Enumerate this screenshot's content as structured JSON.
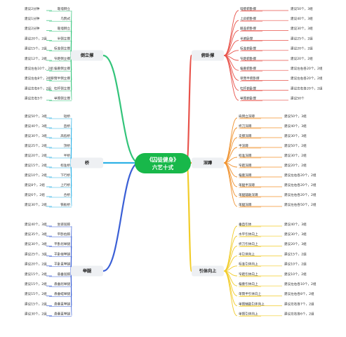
{
  "center": {
    "line1": "《囚徒健身》",
    "line2": "六艺十式",
    "color": "#18b84a"
  },
  "branches": [
    {
      "name": "倒立撑",
      "color": "#33c47a",
      "items": [
        {
          "label": "靠墙倒立",
          "req": "建议2分钟"
        },
        {
          "label": "乌鸦式",
          "req": "建议1分钟"
        },
        {
          "label": "靠墙倒立",
          "req": "建议2分钟"
        },
        {
          "label": "半倒立撑",
          "req": "建议20个，2组"
        },
        {
          "label": "标准倒立撑",
          "req": "建议15个，2组"
        },
        {
          "label": "窄距倒立撑",
          "req": "建议12个，2组"
        },
        {
          "label": "偏重倒立撑",
          "req": "建议左右10个，2组"
        },
        {
          "label": "单臂半倒立撑",
          "req": "建议左右8个，2组"
        },
        {
          "label": "杠杆倒立撑",
          "req": "建议左右6个，2组"
        },
        {
          "label": "单臂倒立撑",
          "req": "建议左右5个"
        }
      ]
    },
    {
      "name": "桥",
      "color": "#2fb2e6",
      "items": [
        {
          "label": "短桥",
          "req": "建议50个，3组"
        },
        {
          "label": "直桥",
          "req": "建议40个，3组"
        },
        {
          "label": "高低桥",
          "req": "建议30个，3组"
        },
        {
          "label": "顶桥",
          "req": "建议25个，2组"
        },
        {
          "label": "半桥",
          "req": "建议20个，2组"
        },
        {
          "label": "标准桥",
          "req": "建议15个，2组"
        },
        {
          "label": "下行桥",
          "req": "建议10个，2组"
        },
        {
          "label": "上行桥",
          "req": "建议8个，2组"
        },
        {
          "label": "合桥",
          "req": "建议6个，2组"
        },
        {
          "label": "铁板桥",
          "req": "建议30个，2组"
        }
      ]
    },
    {
      "name": "举腿",
      "color": "#3a5fd6",
      "items": [
        {
          "label": "坐姿屈膝",
          "req": "建议40个，3组"
        },
        {
          "label": "平卧抬膝",
          "req": "建议35个，3组"
        },
        {
          "label": "平卧屈举腿",
          "req": "建议30个，3组"
        },
        {
          "label": "平卧蛙举腿",
          "req": "建议25个，3组"
        },
        {
          "label": "平卧直举腿",
          "req": "建议20个，2组"
        },
        {
          "label": "悬垂屈膝",
          "req": "建议15个，2组"
        },
        {
          "label": "悬垂屈举腿",
          "req": "建议15个，2组"
        },
        {
          "label": "悬垂蛙举腿",
          "req": "建议15个，2组"
        },
        {
          "label": "悬垂直举腿",
          "req": "建议15个，2组"
        },
        {
          "label": "悬垂直举腿",
          "req": "建议30个，2组"
        }
      ]
    },
    {
      "name": "俯卧撑",
      "color": "#e8524a",
      "items": [
        {
          "label": "墙壁俯卧撑",
          "req": "建议50个，3组"
        },
        {
          "label": "上斜俯卧撑",
          "req": "建议40个，3组"
        },
        {
          "label": "膝盖俯卧撑",
          "req": "建议30个，3组"
        },
        {
          "label": "半俯卧撑",
          "req": "建议25个，2组"
        },
        {
          "label": "标准俯卧撑",
          "req": "建议20个，2组"
        },
        {
          "label": "窄距俯卧撑",
          "req": "建议20个，2组"
        },
        {
          "label": "偏重俯卧撑",
          "req": "建议左右各20个，2组"
        },
        {
          "label": "单臂半俯卧撑",
          "req": "建议左右各20个，2组"
        },
        {
          "label": "杠杆俯卧撑",
          "req": "建议左右各20个，2组"
        },
        {
          "label": "单臂俯卧撑",
          "req": "建议50个"
        }
      ]
    },
    {
      "name": "深蹲",
      "color": "#f0922e",
      "items": [
        {
          "label": "肩倒立深蹲",
          "req": "建议50个，3组"
        },
        {
          "label": "折刀深蹲",
          "req": "建议40个，3组"
        },
        {
          "label": "支撑深蹲",
          "req": "建议30个，3组"
        },
        {
          "label": "半深蹲",
          "req": "建议50个，2组"
        },
        {
          "label": "标准深蹲",
          "req": "建议30个，2组"
        },
        {
          "label": "窄距深蹲",
          "req": "建议20个，2组"
        },
        {
          "label": "偏重深蹲",
          "req": "建议左右各20个，2组"
        },
        {
          "label": "单腿半深蹲",
          "req": "建议左右各20个，2组"
        },
        {
          "label": "单腿辅助深蹲",
          "req": "建议左右各20个，2组"
        },
        {
          "label": "单腿深蹲",
          "req": "建议左右各50个，2组"
        }
      ]
    },
    {
      "name": "引体向上",
      "color": "#f2cc28",
      "items": [
        {
          "label": "垂直引体",
          "req": "建议40个，3组"
        },
        {
          "label": "水平引体向上",
          "req": "建议30个，3组"
        },
        {
          "label": "折刀引体向上",
          "req": "建议20个，3组"
        },
        {
          "label": "半引体向上",
          "req": "建议15个，2组"
        },
        {
          "label": "标准引体向上",
          "req": "建议10个，2组"
        },
        {
          "label": "窄距引体向上",
          "req": "建议10个，2组"
        },
        {
          "label": "偏重引体向上",
          "req": "建议左右各10个，2组"
        },
        {
          "label": "单臂半引体向上",
          "req": "建议左右各8个，2组"
        },
        {
          "label": "单臂辅助引体向上",
          "req": "建议左右各7个，2组"
        },
        {
          "label": "单臂引体向上",
          "req": "建议左右各6个，2组"
        }
      ]
    }
  ]
}
